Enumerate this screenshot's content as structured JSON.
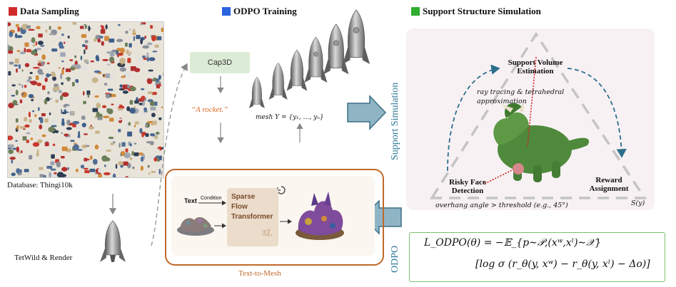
{
  "sections": {
    "sampling": {
      "title": "Data Sampling",
      "color": "#d22a2a"
    },
    "training": {
      "title": "ODPO Training",
      "color": "#2a64e0"
    },
    "simulation": {
      "title": "Support Structure Simulation",
      "color": "#2fae2f"
    }
  },
  "sampling": {
    "database_label": "Database: Thingi10k",
    "render_label": "TetWild & Render"
  },
  "training": {
    "cap3d": "Cap3D",
    "prompt": "“A rocket.”",
    "mesh_label": "mesh Y = {y₁, …, yₙ}",
    "text_label": "Text",
    "condition_label": "Condition",
    "transformer_lines": [
      "Sparse",
      "Flow",
      "Transformer"
    ],
    "transformer_symbol": "𝒢L",
    "t2m_label": "Text-to-Mesh"
  },
  "simulation": {
    "side_label": "Support Simulation",
    "top_node": "Support Volume Estimation",
    "ray_note": "ray tracing & tetrahedral approximation",
    "left_node": "Risky Face Detection",
    "right_node": "Reward Assignment",
    "overhang": "overhang angle > threshold (e.g., 45°)",
    "axis": "S(y)"
  },
  "odpo": {
    "side_label": "ODPO",
    "loss_line1": "L_ODPO(θ) = −𝔼_{p∼𝒫,(xʷ,xˡ)∼𝒳}",
    "loss_line2": "[log σ (r_θ(y, xʷ) − r_θ(y, xˡ) − Δo)]"
  },
  "colors": {
    "arrow_fill": "#8fb4c4",
    "arrow_stroke": "#3d6f85",
    "t2m_border": "#c0692a",
    "loss_border": "#7cc16b",
    "dash_blue": "#2c6f8c"
  }
}
